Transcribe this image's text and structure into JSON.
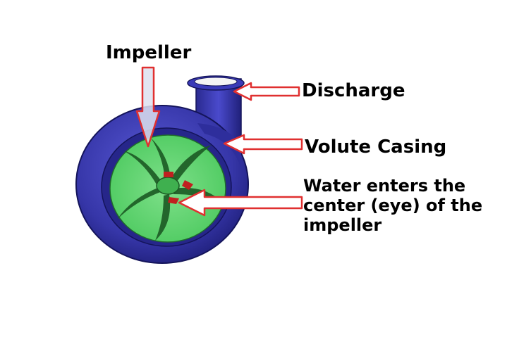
{
  "labels": {
    "impeller": "Impeller",
    "discharge": "Discharge",
    "volute_casing": "Volute Casing",
    "water_enters": [
      "Water enters the",
      "center (eye) of the",
      "impeller"
    ]
  },
  "colors": {
    "casing": "#3b3bb0",
    "casing_dark": "#1f1f7a",
    "impeller": "#5ad46a",
    "impeller_dark": "#1f6b2a",
    "arrow_outline": "#e03030",
    "hub": "#c02020"
  }
}
